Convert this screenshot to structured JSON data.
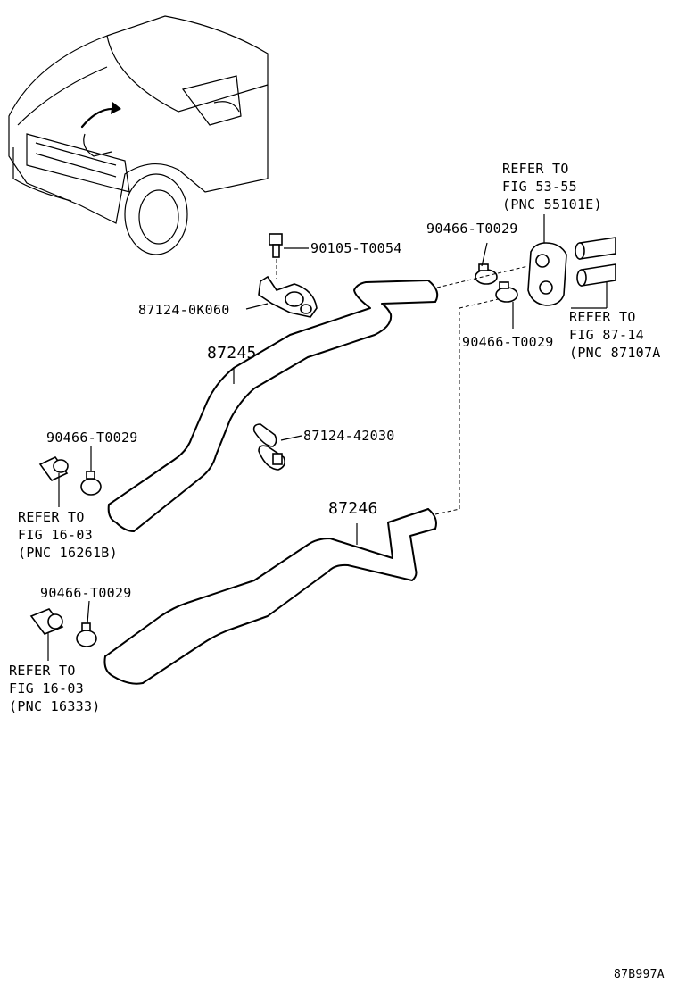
{
  "labels": {
    "bolt_top": "90105-T0054",
    "bracket_upper": "87124-0K060",
    "clip_middle": "87124-42030",
    "hose_upper": "87245",
    "hose_lower": "87246",
    "clamp_top_upper": "90466-T0029",
    "clamp_top_lower": "90466-T0029",
    "clamp_left_upper": "90466-T0029",
    "clamp_left_lower": "90466-T0029",
    "figure_code": "87B997A"
  },
  "refs": {
    "fig_53_55": [
      "REFER TO",
      "FIG 53-55",
      "(PNC 55101E)"
    ],
    "fig_87_14": [
      "REFER TO",
      "FIG 87-14",
      "(PNC 87107A"
    ],
    "fig_16_03_upper": [
      "REFER TO",
      "FIG 16-03",
      "(PNC 16261B)"
    ],
    "fig_16_03_lower": [
      "REFER TO",
      "FIG 16-03",
      "(PNC 16333)"
    ]
  },
  "icons": {
    "vehicle": "truck-front-view-illustration",
    "arrow": "location-arrow-icon"
  }
}
